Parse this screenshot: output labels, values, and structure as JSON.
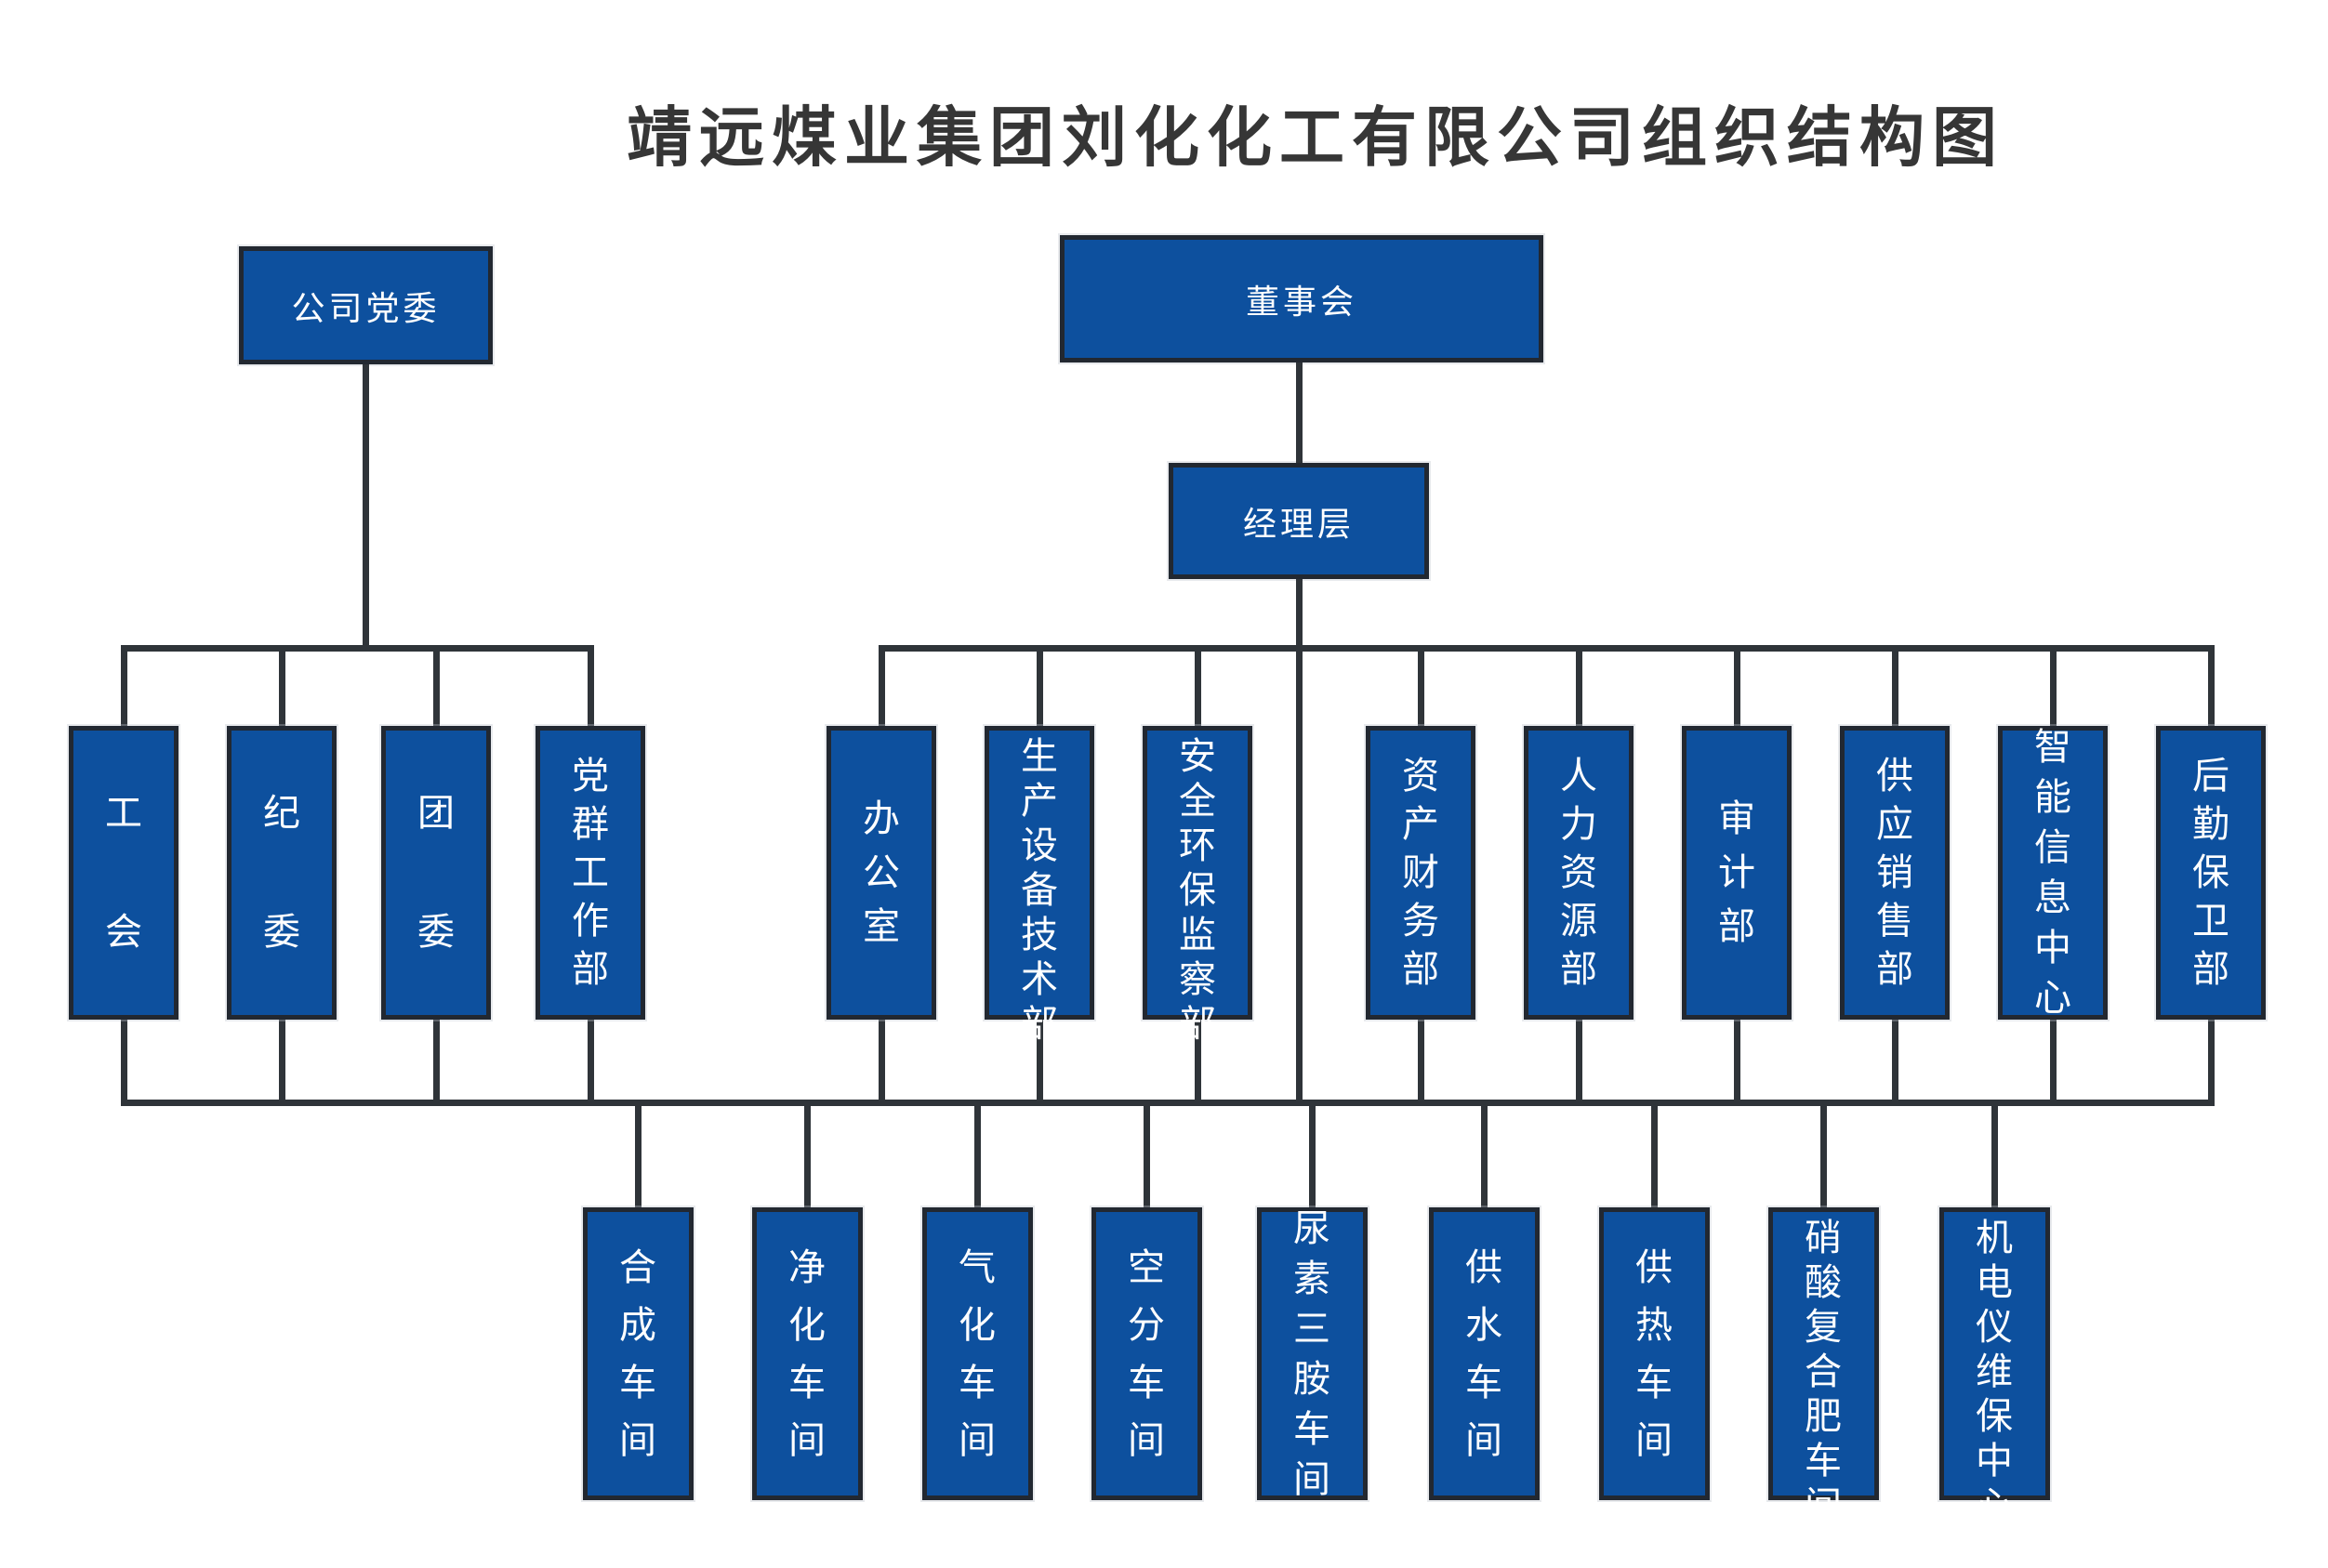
{
  "title": "靖远煤业集团刘化化工有限公司组织结构图",
  "org": {
    "party_committee": "公司党委",
    "board": "董事会",
    "management": "经理层",
    "party_branches": [
      "工会",
      "纪委",
      "团委",
      "党群工作部"
    ],
    "departments": [
      "办公室",
      "生产设备技术部",
      "安全环保监察部",
      "资产财务部",
      "人力资源部",
      "审计部",
      "供应销售部",
      "智能信息中心",
      "后勤保卫部"
    ],
    "workshops": [
      "合成车间",
      "净化车间",
      "气化车间",
      "空分车间",
      "尿素三胺车间",
      "供水车间",
      "供热车间",
      "硝酸复合肥车间",
      "机电仪维保中心"
    ]
  },
  "colors": {
    "box_fill": "#0d509e",
    "box_border": "#222831",
    "line": "#2f3439",
    "title": "#363636",
    "label": "#ffffff"
  }
}
